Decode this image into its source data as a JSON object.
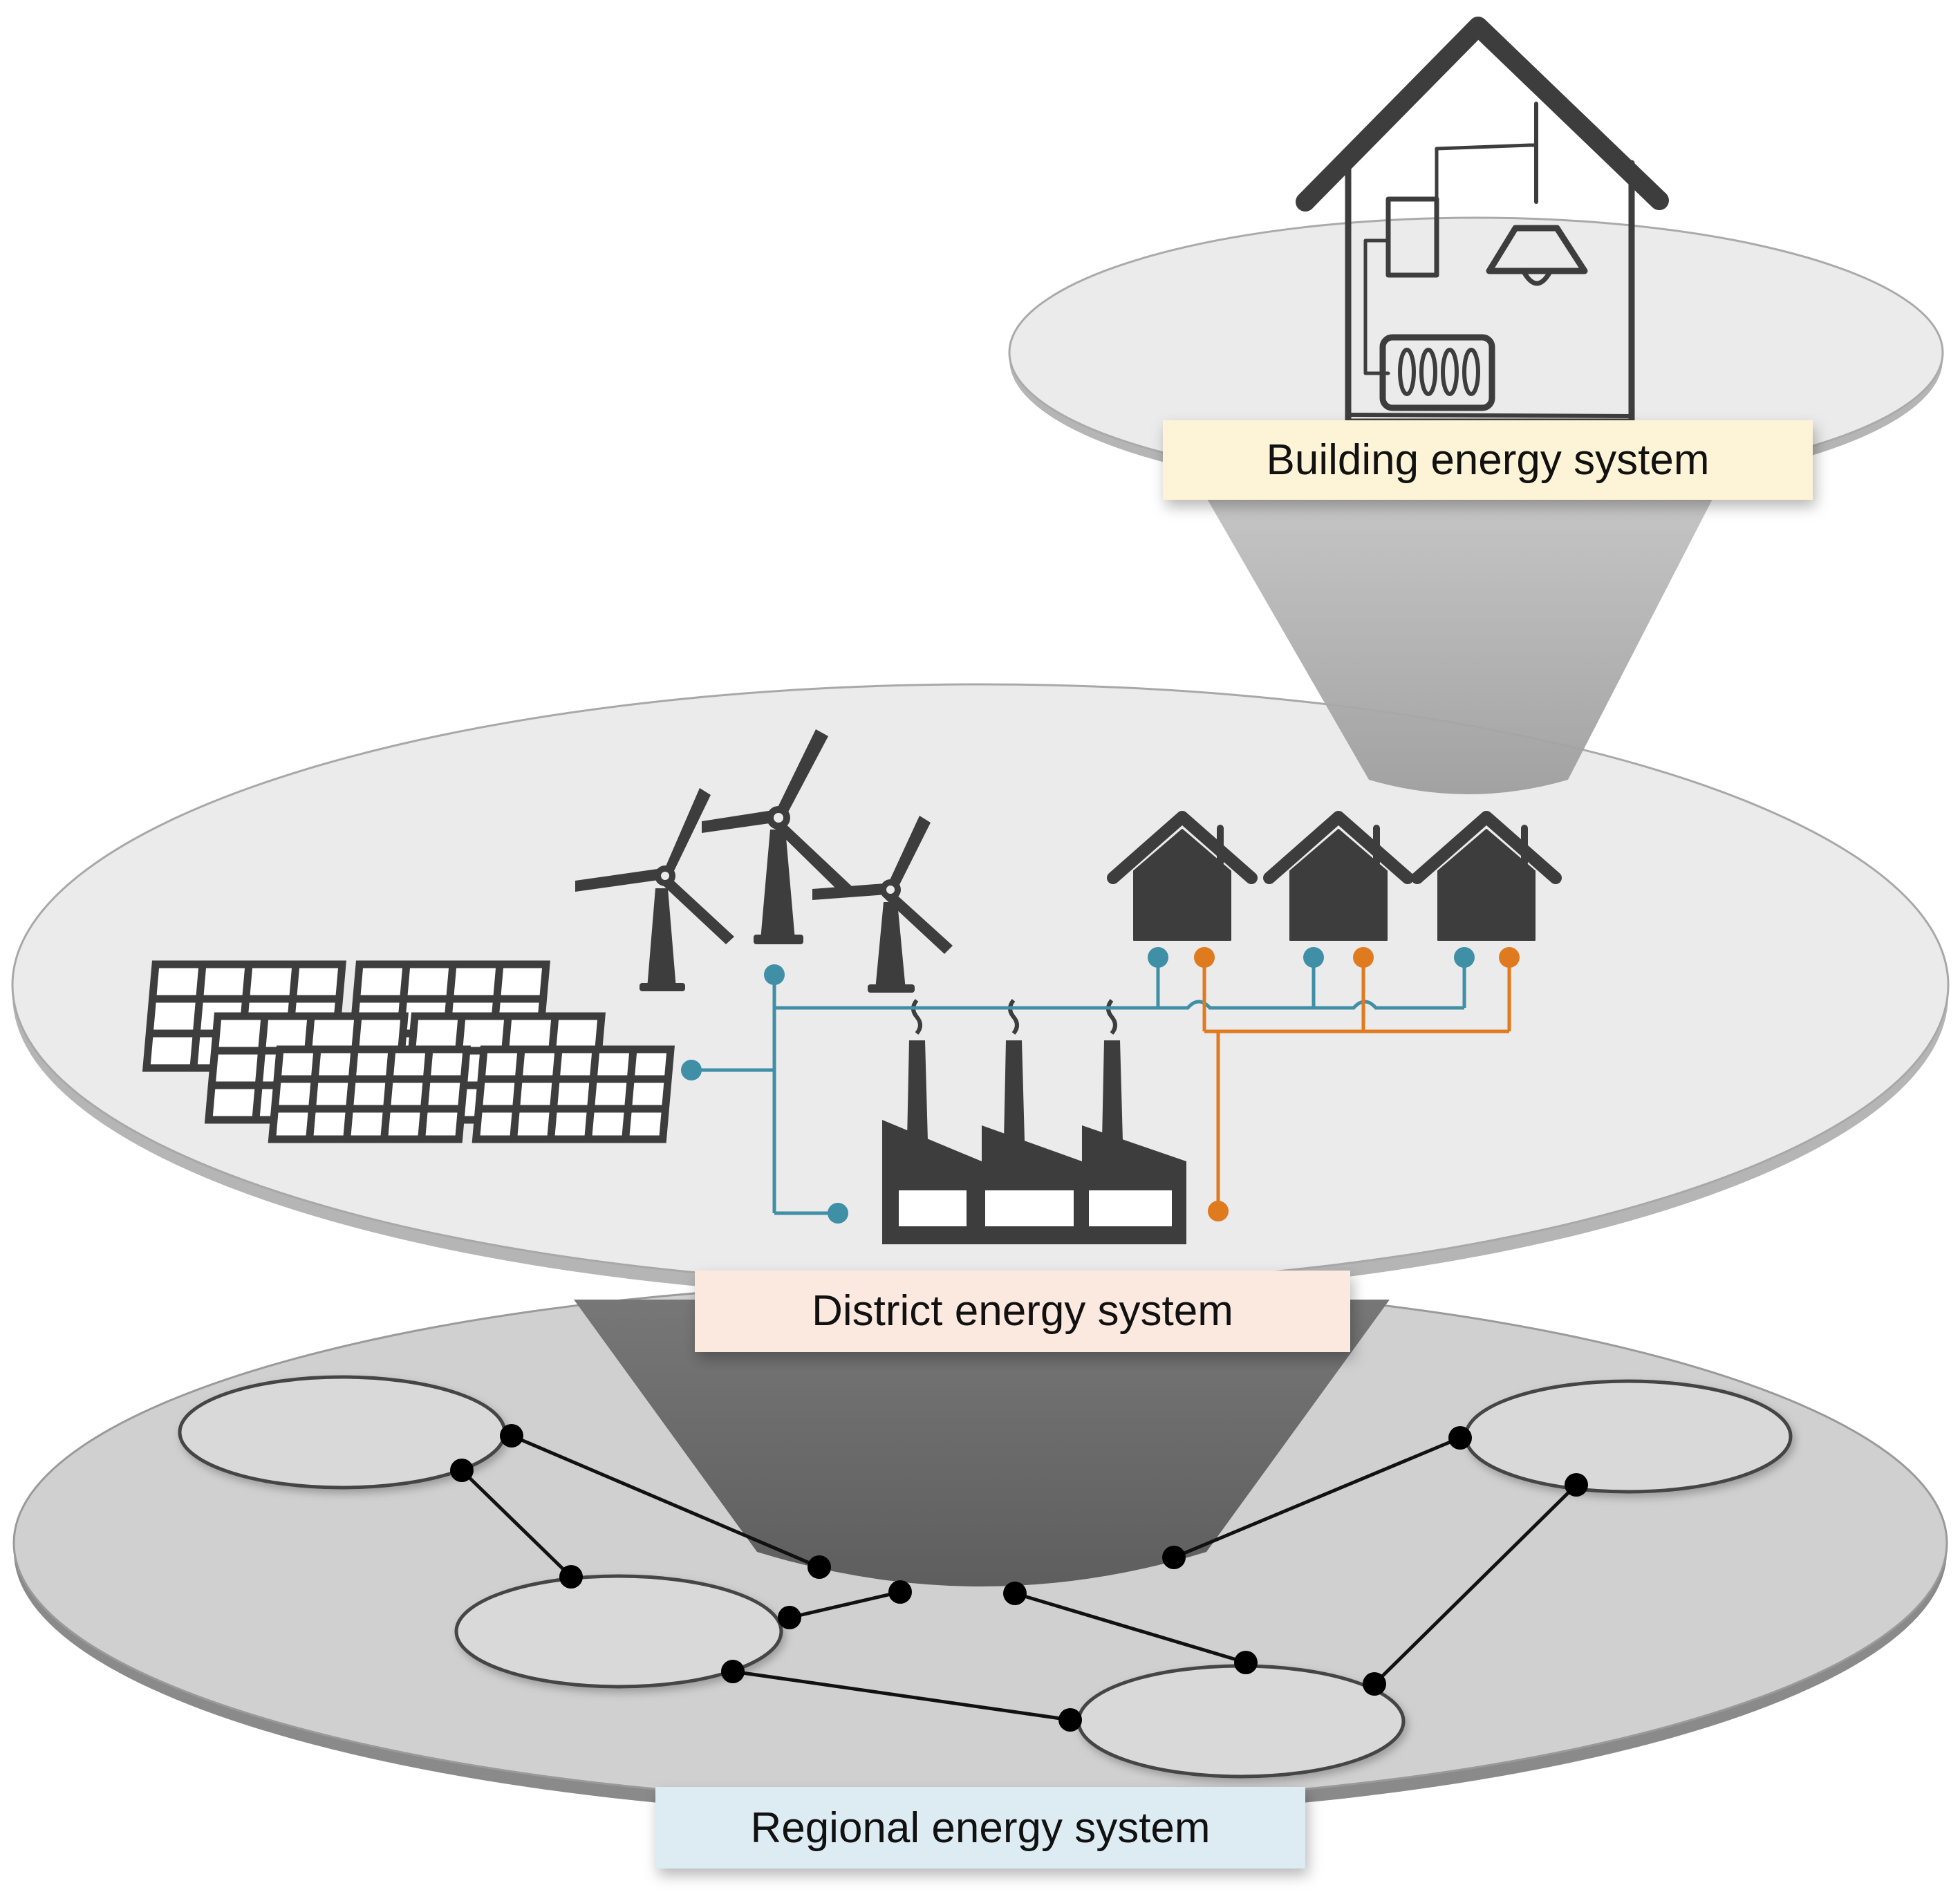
{
  "labels": {
    "building": "Building energy system",
    "district": "District energy system",
    "regional": "Regional energy system"
  },
  "colors": {
    "electric_line": "#3f8fa6",
    "heat_line": "#e07a1f",
    "icon_dark": "#3d3d3d",
    "building_label_bg": "#fdf3d6",
    "district_label_bg": "#fbe9df",
    "regional_label_bg": "#dcecf2",
    "disk_top": "#ebebeb",
    "disk_regional": "#d0d0d0",
    "funnel_light": "#b5b5b5",
    "funnel_dark": "#6a6a6a"
  },
  "icons": {
    "building": "house-with-appliances-icon",
    "district_solar": "solar-panel-icon",
    "district_wind": "wind-turbine-icon",
    "district_houses": "house-icon",
    "district_factory": "factory-icon",
    "regional_network": "network-node-icon"
  }
}
